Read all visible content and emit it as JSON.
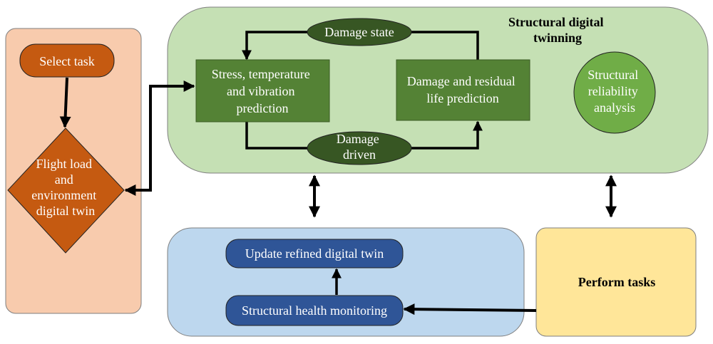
{
  "nodes": {
    "select_task": "Select task",
    "flight_load": [
      "Flight load",
      "and",
      "environment",
      "digital twin"
    ],
    "sdt_title": [
      "Structural digital",
      "twinning"
    ],
    "stress_box": [
      "Stress, temperature",
      "and vibration",
      "prediction"
    ],
    "damage_state": "Damage state",
    "damage_residual": [
      "Damage and residual",
      "life prediction"
    ],
    "damage_driven": [
      "Damage",
      "driven"
    ],
    "reliability": [
      "Structural",
      "reliability",
      "analysis"
    ],
    "update_twin": "Update refined digital twin",
    "health_monitoring": "Structural health monitoring",
    "perform_tasks": "Perform tasks"
  },
  "colors": {
    "left_panel": "#f8cbad",
    "green_panel": "#c5e0b4",
    "blue_panel": "#bdd7ee",
    "yellow_panel": "#ffe699",
    "orange_node": "#c55a11",
    "green_box": "#548235",
    "dark_ellipse": "#375623",
    "green_circle": "#70ad47",
    "blue_node": "#2f5597"
  }
}
